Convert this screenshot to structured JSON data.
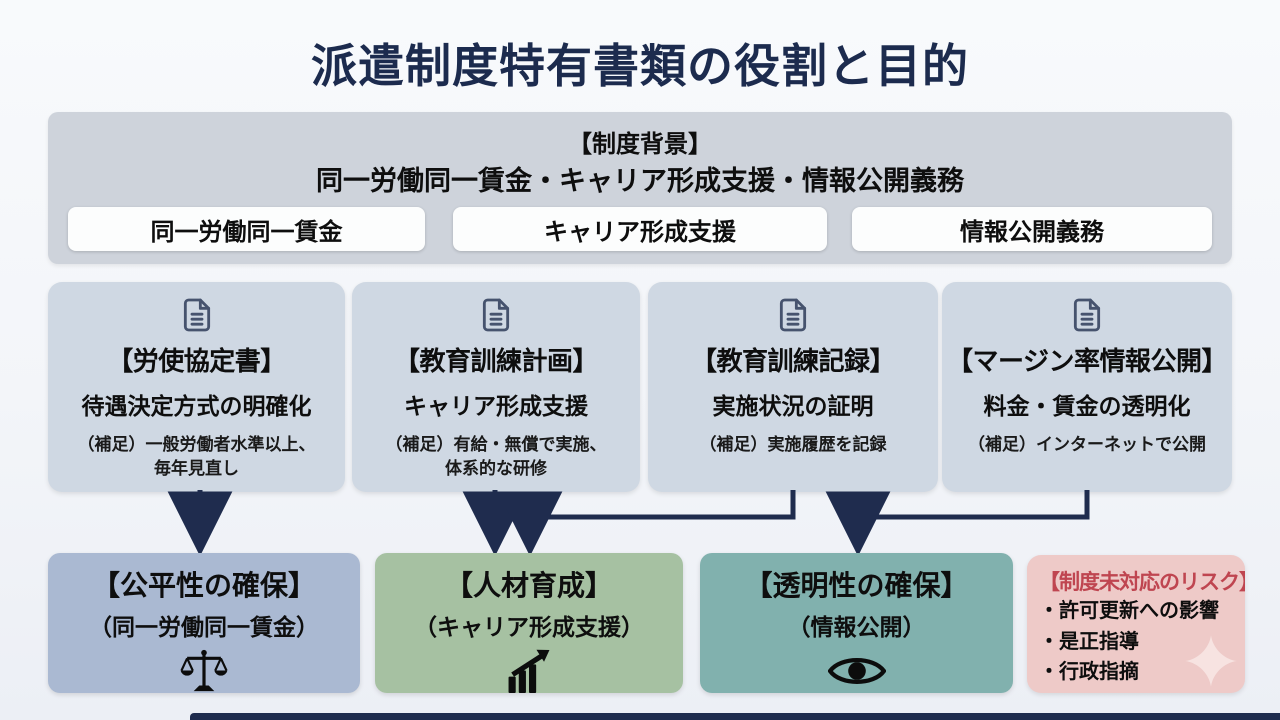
{
  "slide": {
    "title": "派遣制度特有書類の役割と目的"
  },
  "background_section": {
    "heading": "【制度背景】",
    "subheading": "同一労働同一賃金・キャリア形成支援・情報公開義務",
    "pills": [
      {
        "label": "同一労働同一賃金"
      },
      {
        "label": "キャリア形成支援"
      },
      {
        "label": "情報公開義務"
      }
    ]
  },
  "documents": [
    {
      "icon": "document-icon",
      "title": "【労使協定書】",
      "subtitle": "待遇決定方式の明確化",
      "note": "（補足）一般労働者水準以上、\n毎年見直し"
    },
    {
      "icon": "document-icon",
      "title": "【教育訓練計画】",
      "subtitle": "キャリア形成支援",
      "note": "（補足）有給・無償で実施、\n体系的な研修"
    },
    {
      "icon": "document-icon",
      "title": "【教育訓練記録】",
      "subtitle": "実施状況の証明",
      "note": "（補足）実施履歴を記録"
    },
    {
      "icon": "document-icon",
      "title": "【マージン率情報公開】",
      "subtitle": "料金・賃金の透明化",
      "note": "（補足）インターネットで公開"
    }
  ],
  "outcomes": [
    {
      "icon": "scales-icon",
      "title": "【公平性の確保】",
      "subtitle": "（同一労働同一賃金）",
      "color": "#aab9d2"
    },
    {
      "icon": "growth-chart-icon",
      "title": "【人材育成】",
      "subtitle": "（キャリア形成支援）",
      "color": "#a6c1a2"
    },
    {
      "icon": "eye-icon",
      "title": "【透明性の確保】",
      "subtitle": "（情報公開）",
      "color": "#81b1ae"
    }
  ],
  "risk": {
    "icon": "sparkle-icon",
    "title": "【制度未対応のリスク】",
    "title_color": "#bf4550",
    "items": [
      "・許可更新への影響",
      "・是正指導",
      "・行政指摘"
    ],
    "color": "#eecac8"
  },
  "colors": {
    "page_background": "#f3f5f9",
    "title_text": "#1c2b4e",
    "context_band": "#ced3db",
    "document_box": "#cfd8e3",
    "arrow": "#1f2c4e",
    "bottom_bar": "#1f2c4e"
  }
}
